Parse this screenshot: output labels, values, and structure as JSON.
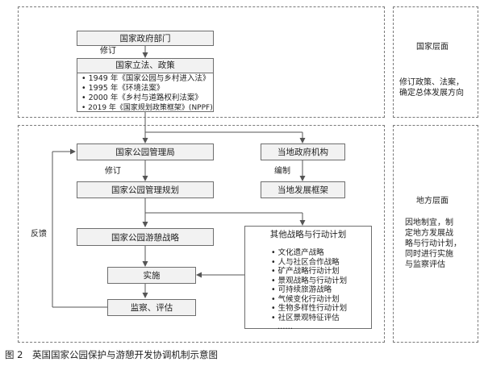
{
  "national": {
    "gov": "国家政府部门",
    "revise": "修订",
    "legislation_title": "国家立法、政策",
    "laws": [
      "• 1949 年《国家公园与乡村进入法》",
      "• 1995 年《环境法案》",
      "• 2000 年《乡村与道路权利法案》",
      "• 2019 年《国家规划政策框架》(NPPF)"
    ]
  },
  "local": {
    "authority": "国家公园管理局",
    "revise": "修订",
    "plan": "国家公园管理规划",
    "strategy": "国家公园游憩战略",
    "implement": "实施",
    "monitor": "监察、评估",
    "feedback": "反馈",
    "local_gov": "当地政府机构",
    "compile": "编制",
    "dev_framework": "当地发展框架",
    "other_title": "其他战略与行动计划",
    "other_items": [
      "• 文化遗产战略",
      "• 人与社区合作战略",
      "• 矿产战略行动计划",
      "• 景观战略与行动计划",
      "• 可持续旅游战略",
      "• 气候变化行动计划",
      "• 生物多样性行动计划",
      "• 社区景观特征评估",
      "……"
    ]
  },
  "side": {
    "national_title": "国家层面",
    "national_desc": [
      "修订政策、法案，",
      "确定总体发展方向"
    ],
    "local_title": "地方层面",
    "local_desc": [
      "因地制宜，制",
      "定地方发展战",
      "略与行动计划，",
      "同时进行实施",
      "与监察评估"
    ]
  },
  "caption": "图 2　英国国家公园保护与游憩开发协调机制示意图"
}
